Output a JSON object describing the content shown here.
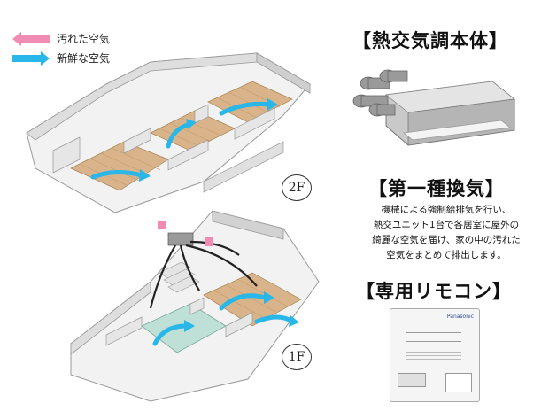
{
  "legend": {
    "items": [
      {
        "label": "汚れた空気",
        "color": "#f08cb4"
      },
      {
        "label": "新鮮な空気",
        "color": "#29b6e8"
      }
    ]
  },
  "floors": {
    "upper": "2F",
    "lower": "1F"
  },
  "unit": {
    "title": "【熱交気調本体】"
  },
  "ventilation": {
    "title": "【第一種換気】",
    "lines": [
      "機械による強制給排気を行い、",
      "熱交ユニット1台で各居室に屋外の",
      "綺麗な空気を届け、家の中の汚れた",
      "空気をまとめて排出します。"
    ]
  },
  "remote": {
    "title": "【専用リモコン】",
    "brand": "Panasonic"
  },
  "colors": {
    "dirty_air": "#f08cb4",
    "fresh_air": "#29b6e8",
    "wall": "#e9e9e9",
    "floor_wood": "#d9b48a"
  }
}
